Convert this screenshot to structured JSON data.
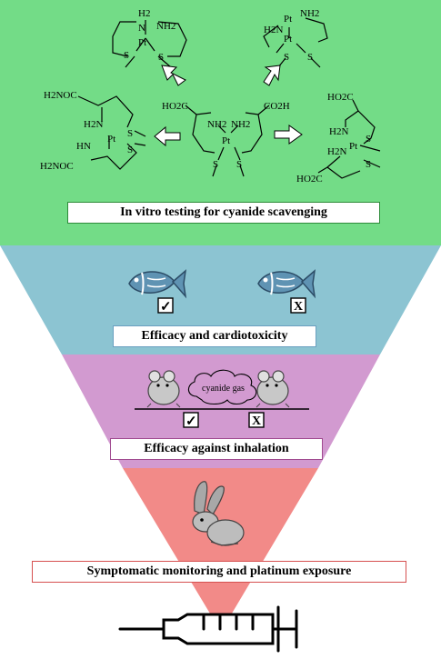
{
  "stages": {
    "invitro": {
      "label": "In vitro testing for cyanide scavenging",
      "color": "#73dc87"
    },
    "cardio": {
      "label": "Efficacy and cardiotoxicity",
      "color": "#8cc4d2",
      "marks": [
        "✓",
        "X"
      ]
    },
    "inhal": {
      "label": "Efficacy against inhalation",
      "color": "#d29ad0",
      "marks": [
        "✓",
        "X"
      ],
      "cloud_text": "cyanide gas"
    },
    "symp": {
      "label": "Symptomatic monitoring and platinum exposure",
      "color": "#f28a88"
    }
  },
  "molecules": {
    "top_left": {
      "nh_top": "H2",
      "n_top": "N",
      "nh2": "NH2",
      "pt": "Pt",
      "s": "S"
    },
    "top_right": {
      "h2n": "H2N",
      "pt": "Pt",
      "s": "S",
      "nh2": "NH2"
    },
    "left": {
      "h2noc_top": "H2NOC",
      "h2n": "H2N",
      "hn": "HN",
      "pt": "Pt",
      "s": "S",
      "h2noc_bottom": "H2NOC"
    },
    "center": {
      "co2h_left": "HO2C",
      "co2h_right": "CO2H",
      "nh2_left": "NH2",
      "nh2_right": "NH2",
      "pt": "Pt",
      "s": "S"
    },
    "right": {
      "ho2c_top": "HO2C",
      "h2n": "H2N",
      "hn": "H2N",
      "pt": "Pt",
      "s": "S",
      "ho2c_bottom": "HO2C"
    }
  }
}
